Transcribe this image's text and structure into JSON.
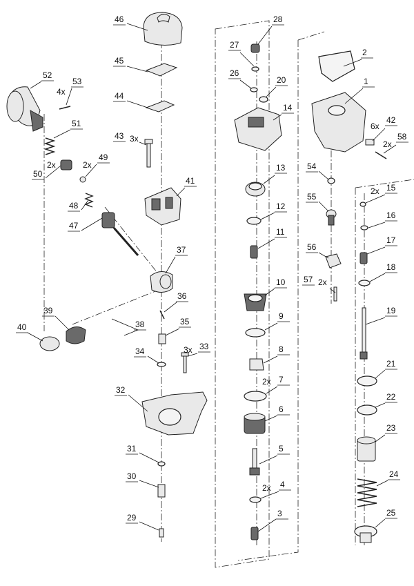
{
  "parts": [
    {
      "key": "p1",
      "num": "1",
      "qty": ""
    },
    {
      "key": "p2",
      "num": "2",
      "qty": ""
    },
    {
      "key": "p3",
      "num": "3",
      "qty": ""
    },
    {
      "key": "p4",
      "num": "4",
      "qty": "2x"
    },
    {
      "key": "p5",
      "num": "5",
      "qty": ""
    },
    {
      "key": "p6",
      "num": "6",
      "qty": ""
    },
    {
      "key": "p7",
      "num": "7",
      "qty": "2x"
    },
    {
      "key": "p8",
      "num": "8",
      "qty": ""
    },
    {
      "key": "p9",
      "num": "9",
      "qty": ""
    },
    {
      "key": "p10",
      "num": "10",
      "qty": ""
    },
    {
      "key": "p11",
      "num": "11",
      "qty": ""
    },
    {
      "key": "p12",
      "num": "12",
      "qty": ""
    },
    {
      "key": "p13",
      "num": "13",
      "qty": ""
    },
    {
      "key": "p14",
      "num": "14",
      "qty": ""
    },
    {
      "key": "p15",
      "num": "15",
      "qty": "2x"
    },
    {
      "key": "p16",
      "num": "16",
      "qty": ""
    },
    {
      "key": "p17",
      "num": "17",
      "qty": ""
    },
    {
      "key": "p18",
      "num": "18",
      "qty": ""
    },
    {
      "key": "p19",
      "num": "19",
      "qty": ""
    },
    {
      "key": "p20",
      "num": "20",
      "qty": ""
    },
    {
      "key": "p21",
      "num": "21",
      "qty": ""
    },
    {
      "key": "p22",
      "num": "22",
      "qty": ""
    },
    {
      "key": "p23",
      "num": "23",
      "qty": ""
    },
    {
      "key": "p24",
      "num": "24",
      "qty": ""
    },
    {
      "key": "p25",
      "num": "25",
      "qty": ""
    },
    {
      "key": "p26",
      "num": "26",
      "qty": ""
    },
    {
      "key": "p27",
      "num": "27",
      "qty": ""
    },
    {
      "key": "p28",
      "num": "28",
      "qty": ""
    },
    {
      "key": "p29",
      "num": "29",
      "qty": ""
    },
    {
      "key": "p30",
      "num": "30",
      "qty": ""
    },
    {
      "key": "p31",
      "num": "31",
      "qty": ""
    },
    {
      "key": "p32",
      "num": "32",
      "qty": ""
    },
    {
      "key": "p33",
      "num": "33",
      "qty": "3x"
    },
    {
      "key": "p34",
      "num": "34",
      "qty": ""
    },
    {
      "key": "p35",
      "num": "35",
      "qty": ""
    },
    {
      "key": "p36",
      "num": "36",
      "qty": ""
    },
    {
      "key": "p37",
      "num": "37",
      "qty": ""
    },
    {
      "key": "p38",
      "num": "38",
      "qty": ""
    },
    {
      "key": "p39",
      "num": "39",
      "qty": ""
    },
    {
      "key": "p40",
      "num": "40",
      "qty": ""
    },
    {
      "key": "p41",
      "num": "41",
      "qty": ""
    },
    {
      "key": "p42",
      "num": "42",
      "qty": "6x"
    },
    {
      "key": "p43",
      "num": "43",
      "qty": "3x"
    },
    {
      "key": "p44",
      "num": "44",
      "qty": ""
    },
    {
      "key": "p45",
      "num": "45",
      "qty": ""
    },
    {
      "key": "p46",
      "num": "46",
      "qty": ""
    },
    {
      "key": "p47",
      "num": "47",
      "qty": ""
    },
    {
      "key": "p48",
      "num": "48",
      "qty": ""
    },
    {
      "key": "p49",
      "num": "49",
      "qty": "2x"
    },
    {
      "key": "p50",
      "num": "50",
      "qty": "2x"
    },
    {
      "key": "p51",
      "num": "51",
      "qty": ""
    },
    {
      "key": "p52",
      "num": "52",
      "qty": ""
    },
    {
      "key": "p53",
      "num": "53",
      "qty": "4x"
    },
    {
      "key": "p54",
      "num": "54",
      "qty": ""
    },
    {
      "key": "p55",
      "num": "55",
      "qty": ""
    },
    {
      "key": "p56",
      "num": "56",
      "qty": ""
    },
    {
      "key": "p57",
      "num": "57",
      "qty": "2x"
    },
    {
      "key": "p58",
      "num": "58",
      "qty": "2x"
    }
  ]
}
